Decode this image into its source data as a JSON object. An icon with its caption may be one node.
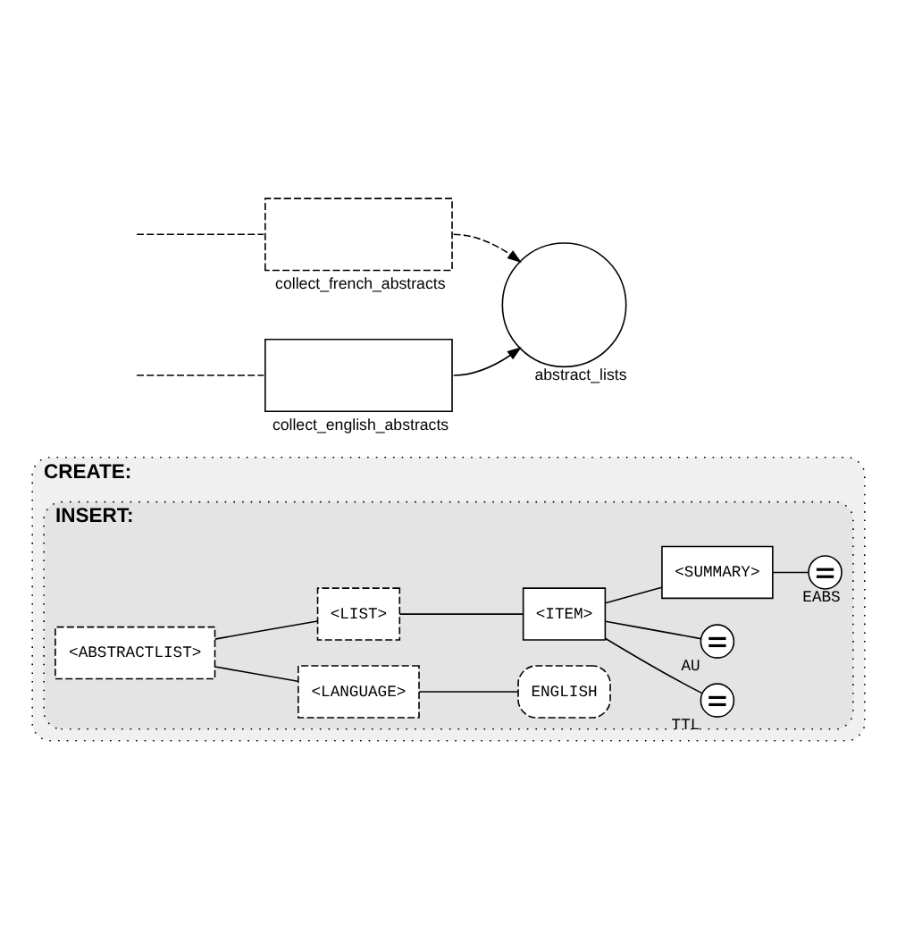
{
  "diagram": {
    "nodes": [
      {
        "text": [
          "CREATE:"
        ]
      },
      {
        "text": [
          "INSERT:"
        ],
        "in": 0
      },
      {
        "text": [
          "<ABSTRACTLIST>"
        ],
        "in": 1
      },
      {
        "text": [
          "<LANGUAGE>"
        ],
        "in": 1
      },
      {
        "text": [
          "ENGLISH"
        ],
        "in": 1
      },
      {
        "text": [
          "<LIST>"
        ],
        "in": 1
      },
      {
        "text": [
          "<ITEM>"
        ],
        "in": 1
      },
      {
        "text": [],
        "shape": "circle",
        "beside": [
          "TTL"
        ],
        "in": 1
      },
      {
        "text": [],
        "shape": "circle",
        "beside": [
          "AU"
        ],
        "in": 1
      },
      {
        "text": [
          "<SUMMARY>"
        ],
        "in": 1
      },
      {
        "text": [],
        "shape": "circle",
        "beside": [
          "EABS"
        ],
        "in": 1
      },
      {
        "text": [
          "collect_english_abstracts"
        ]
      },
      {
        "text": [
          "collect_french_abstracts"
        ]
      },
      {
        "text": [
          "abstract_lists"
        ]
      }
    ],
    "edges": [
      {
        "from": 2,
        "to": 3,
        "arrow": "none"
      },
      {
        "from": 3,
        "to": 4,
        "arrow": "none"
      },
      {
        "from": 2,
        "to": 5,
        "arrow": "none"
      },
      {
        "from": 5,
        "to": 6,
        "arrow": "none"
      },
      {
        "from": 6,
        "to": 7,
        "arrow": "none"
      },
      {
        "from": 6,
        "to": 8,
        "arrow": "none"
      },
      {
        "from": 6,
        "to": 9,
        "arrow": "none"
      },
      {
        "from": 9,
        "to": 10,
        "arrow": "none"
      },
      {
        "from": null,
        "to": 11,
        "arrow": "none",
        "style": "dashed"
      },
      {
        "from": null,
        "to": 12,
        "arrow": "none",
        "style": "dashed"
      },
      {
        "from": 11,
        "to": 13,
        "arrow": "to"
      },
      {
        "from": 12,
        "to": 13,
        "arrow": "to",
        "style": "dashed"
      }
    ]
  }
}
